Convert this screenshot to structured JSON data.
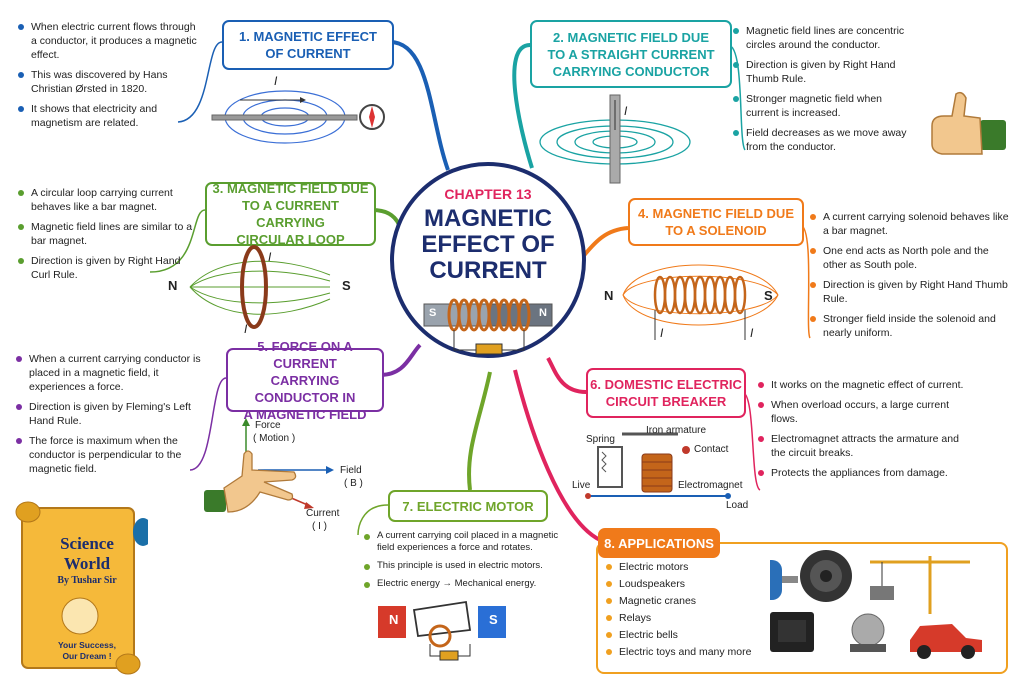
{
  "center": {
    "chapter": "CHAPTER 13",
    "title_line1": "MAGNETIC",
    "title_line2": "EFFECT OF",
    "title_line3": "CURRENT",
    "pole_s": "S",
    "pole_n": "N"
  },
  "colors": {
    "blue": "#1a5fb4",
    "teal": "#1aa3a3",
    "green": "#5a9e2f",
    "orange": "#f07a1a",
    "purple": "#7b2fa3",
    "red": "#e0245e",
    "olive": "#6fa52a",
    "amber": "#f0a020",
    "navy": "#1c2d6e"
  },
  "sections": {
    "s1": {
      "title_l1": "1. MAGNETIC EFFECT",
      "title_l2": "OF CURRENT",
      "points": [
        "When electric current flows through a conductor, it produces a magnetic effect.",
        "This was discovered by Hans Christian Ørsted in 1820.",
        "It shows that electricity and magnetism are related."
      ],
      "current_label": "I"
    },
    "s2": {
      "title_l1": "2. MAGNETIC FIELD DUE",
      "title_l2": "TO A STRAIGHT CURRENT",
      "title_l3": "CARRYING CONDUCTOR",
      "points": [
        "Magnetic field lines are concentric circles around the conductor.",
        "Direction is given by Right Hand Thumb Rule.",
        "Stronger magnetic field when current is increased.",
        "Field decreases as we move away from the conductor."
      ],
      "current_label": "I"
    },
    "s3": {
      "title_l1": "3. MAGNETIC FIELD DUE",
      "title_l2": "TO A CURRENT CARRYING",
      "title_l3": "CIRCULAR LOOP",
      "points": [
        "A circular loop carrying current behaves like a bar magnet.",
        "Magnetic field lines are similar to a bar magnet.",
        "Direction is given by Right Hand Curl Rule."
      ],
      "n": "N",
      "s": "S",
      "current_label": "I"
    },
    "s4": {
      "title_l1": "4. MAGNETIC FIELD DUE",
      "title_l2": "TO A SOLENOID",
      "points": [
        "A current carrying solenoid behaves like a bar magnet.",
        "One end acts as North pole and the other as South pole.",
        "Direction is given by Right Hand Thumb Rule.",
        "Stronger field inside the solenoid and nearly uniform."
      ],
      "n": "N",
      "s": "S",
      "current_label": "I"
    },
    "s5": {
      "title_l1": "5. FORCE ON A CURRENT",
      "title_l2": "CARRYING CONDUCTOR IN",
      "title_l3": "A MAGNETIC FIELD",
      "points": [
        "When a current carrying conductor is placed in a magnetic field, it experiences a force.",
        "Direction is given by Fleming's Left Hand Rule.",
        "The force is maximum when the conductor is perpendicular to the magnetic field."
      ],
      "force": "Force",
      "force_sub": "( Motion )",
      "field": "Field",
      "field_sub": "( B )",
      "current": "Current",
      "current_sub": "( I )"
    },
    "s6": {
      "title_l1": "6. DOMESTIC ELECTRIC",
      "title_l2": "CIRCUIT BREAKER",
      "points": [
        "It works on the magnetic effect of current.",
        "When overload occurs, a large current flows.",
        "Electromagnet attracts the armature and the circuit breaks.",
        "Protects the appliances from damage."
      ],
      "spring": "Spring",
      "armature": "Iron armature",
      "contact": "Contact",
      "live": "Live",
      "electromagnet": "Electromagnet",
      "load": "Load"
    },
    "s7": {
      "title": "7. ELECTRIC MOTOR",
      "points": [
        "A current carrying coil placed in a magnetic field experiences a force and rotates.",
        "This principle is used in electric motors."
      ],
      "energy_from": "Electric energy",
      "energy_arrow": "→",
      "energy_to": "Mechanical energy.",
      "n": "N",
      "s": "S"
    },
    "s8": {
      "title": "8. APPLICATIONS",
      "points": [
        "Electric motors",
        "Loudspeakers",
        "Magnetic cranes",
        "Relays",
        "Electric bells",
        "Electric toys and many more"
      ]
    }
  },
  "scroll": {
    "title_l1": "Science",
    "title_l2": "World",
    "author": "By Tushar Sir",
    "motto_l1": "Your Success,",
    "motto_l2": "Our Dream !"
  }
}
